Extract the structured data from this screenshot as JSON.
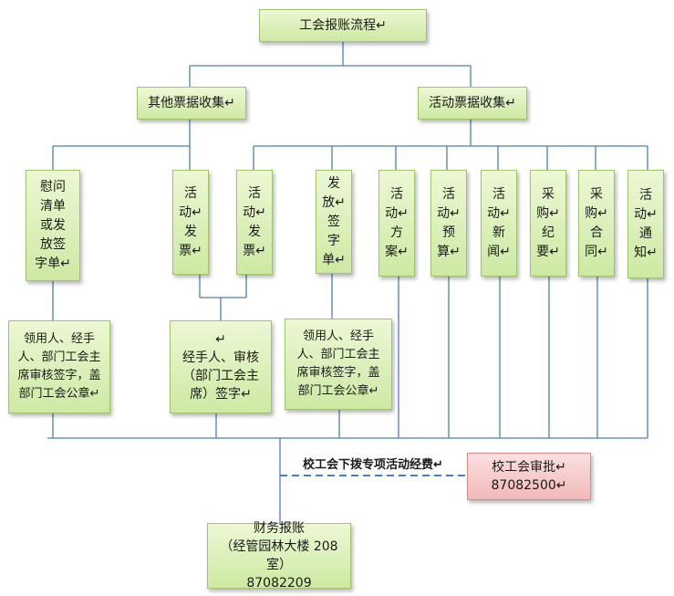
{
  "title": "工会报账流程↵",
  "branches": {
    "other": "其他票据收集↵",
    "activity": "活动票据收集↵"
  },
  "documents": {
    "condolence_list": "慰问\n清单\n或发\n放签\n字单↵",
    "invoice_1": "活\n动↵\n发\n票↵",
    "invoice_2": "活\n动↵\n发\n票↵",
    "issue_sign_sheet": "发\n放↵\n签\n字\n单↵",
    "activity_plan": "活\n动↵\n方\n案↵",
    "activity_budget": "活\n动↵\n预\n算↵",
    "activity_news": "活\n动↵\n新\n闻↵",
    "purchase_minutes": "采\n购↵\n纪\n要↵",
    "purchase_contract": "采\n购↵\n合\n同↵",
    "activity_notice": "活\n动↵\n通\n知↵"
  },
  "signoffs": {
    "left": "领用人、经手\n人、部门工会主\n席审核签字，盖\n部门工会公章↵",
    "middle": "↵\n经手人、审核\n（部门工会主\n席）签字↵",
    "right": "领用人、经手\n人、部门工会主\n席审核签字，盖\n部门工会公章↵"
  },
  "transfer_label": "校工会下拨专项活动经费↵",
  "approval": "校工会审批↵\n87082500↵",
  "finance": "财务报账\n（经管园林大楼 208 室）\n87082209",
  "colors": {
    "line": "#4a7ebb",
    "box_green_top": "#ecf8d4",
    "box_green_bottom": "#cde9a3",
    "box_red_top": "#fbe0e0",
    "box_red_bottom": "#f2b9b9"
  }
}
